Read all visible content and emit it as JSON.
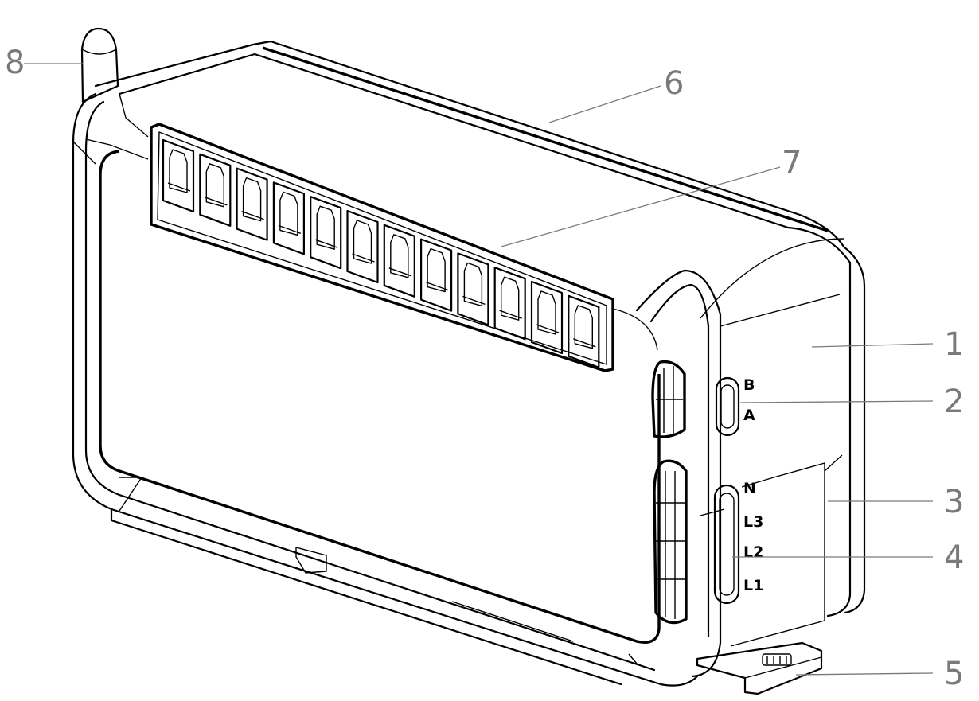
{
  "callouts": [
    {
      "id": "1",
      "label": "1"
    },
    {
      "id": "2",
      "label": "2"
    },
    {
      "id": "3",
      "label": "3"
    },
    {
      "id": "4",
      "label": "4"
    },
    {
      "id": "5",
      "label": "5"
    },
    {
      "id": "6",
      "label": "6"
    },
    {
      "id": "7",
      "label": "7"
    },
    {
      "id": "8",
      "label": "8"
    }
  ],
  "terminal_labels": {
    "bus": [
      "B",
      "A"
    ],
    "power": [
      "N",
      "L3",
      "L2",
      "L1"
    ]
  },
  "port_count": 12,
  "colors": {
    "line": "#000000",
    "callout": "#7a7a7a",
    "background": "#ffffff"
  }
}
